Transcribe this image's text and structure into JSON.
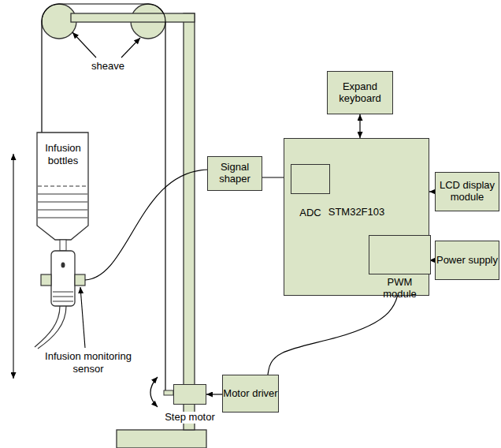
{
  "diagram": {
    "nodes": [
      {
        "text": [
          "Expand keyboard"
        ]
      },
      {
        "text": [
          "Signal shaper"
        ]
      },
      {
        "text": [
          "STM32F103"
        ]
      },
      {
        "text": [
          "ADC"
        ],
        "in": 2
      },
      {
        "text": [
          "LCD display module"
        ]
      },
      {
        "text": [
          "Power supply"
        ]
      },
      {
        "text": [
          "PWM module"
        ],
        "in": 2
      },
      {
        "text": [
          "Motor driver"
        ]
      },
      {
        "text": [
          "Step motor"
        ]
      }
    ],
    "edges": [
      {
        "from": 0,
        "to": 2,
        "arrow": "both"
      },
      {
        "from": 1,
        "to": 3,
        "arrow": "to"
      },
      {
        "from": 4,
        "to": 2,
        "arrow": "to"
      },
      {
        "from": 5,
        "to": 2,
        "arrow": "to"
      },
      {
        "from": 6,
        "to": 7,
        "arrow": "none"
      },
      {
        "from": 7,
        "to": 8,
        "arrow": "to"
      }
    ],
    "labels": [
      "sheave",
      "Infusion bottles",
      "Infusion monitoring sensor"
    ]
  }
}
